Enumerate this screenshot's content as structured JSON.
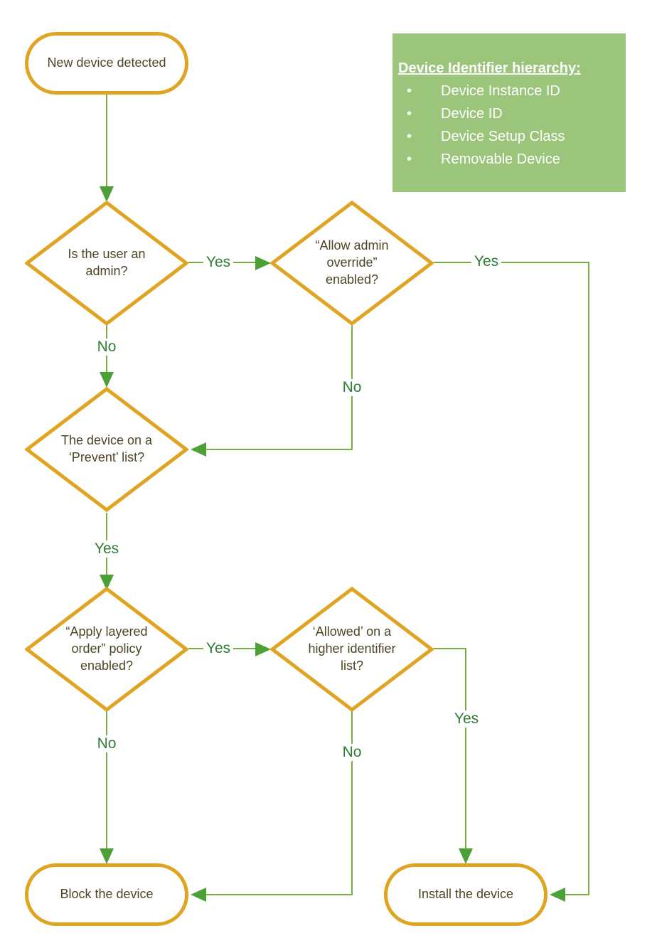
{
  "legend": {
    "title": "Device Identifier hierarchy:",
    "items": [
      "Device Instance ID",
      "Device ID",
      "Device Setup Class",
      "Removable Device"
    ]
  },
  "nodes": {
    "start": {
      "label": "New device detected"
    },
    "admin": {
      "label": "Is the user an admin?"
    },
    "override": {
      "label": "“Allow admin override” enabled?"
    },
    "prevent": {
      "label": "The device on a ‘Prevent’ list?"
    },
    "layered": {
      "label": "“Apply layered order” policy enabled?"
    },
    "allowed": {
      "label": "‘Allowed’ on a higher identifier list?"
    },
    "block": {
      "label": "Block the device"
    },
    "install": {
      "label": "Install the device"
    }
  },
  "edge_labels": {
    "admin_yes": "Yes",
    "admin_no": "No",
    "override_yes": "Yes",
    "override_no": "No",
    "prevent_yes": "Yes",
    "layered_yes": "Yes",
    "layered_no": "No",
    "allowed_yes": "Yes",
    "allowed_no": "No"
  },
  "colors": {
    "shape_border": "#E0A423",
    "connector": "#7AAD45",
    "arrowhead": "#4BA036",
    "edge_label_text": "#2F7D33",
    "node_text": "#4D4526",
    "legend_background": "#9CC57C",
    "legend_text": "#FFFFFF",
    "canvas_background": "#FFFFFF"
  }
}
